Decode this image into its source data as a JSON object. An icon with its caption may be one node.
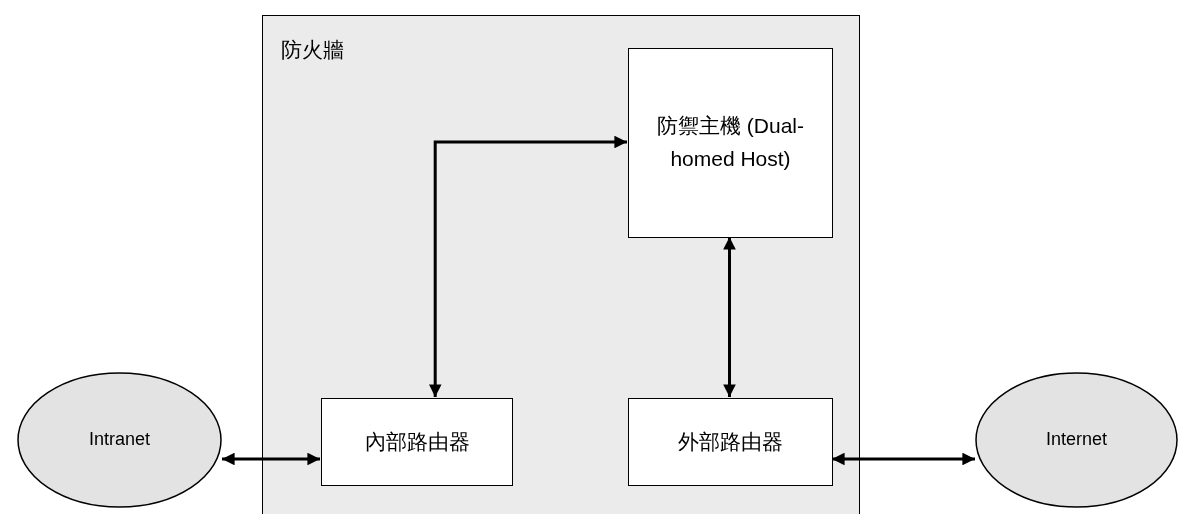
{
  "diagram": {
    "nodes": [
      {
        "text": [
          "防火牆"
        ]
      },
      {
        "text": [
          "防禦主機 (Dual-homed Host)"
        ],
        "in": 0
      },
      {
        "text": [
          "內部路由器"
        ],
        "in": 0
      },
      {
        "text": [
          "外部路由器"
        ],
        "in": 0
      },
      {
        "text": [
          "Intranet"
        ]
      },
      {
        "text": [
          "Internet"
        ]
      }
    ],
    "edges": [
      {
        "from": 4,
        "to": 2,
        "arrow": "both"
      },
      {
        "from": 3,
        "to": 5,
        "arrow": "both"
      },
      {
        "from": 2,
        "to": 1,
        "arrow": "both"
      },
      {
        "from": 1,
        "to": 3,
        "arrow": "both"
      }
    ]
  }
}
